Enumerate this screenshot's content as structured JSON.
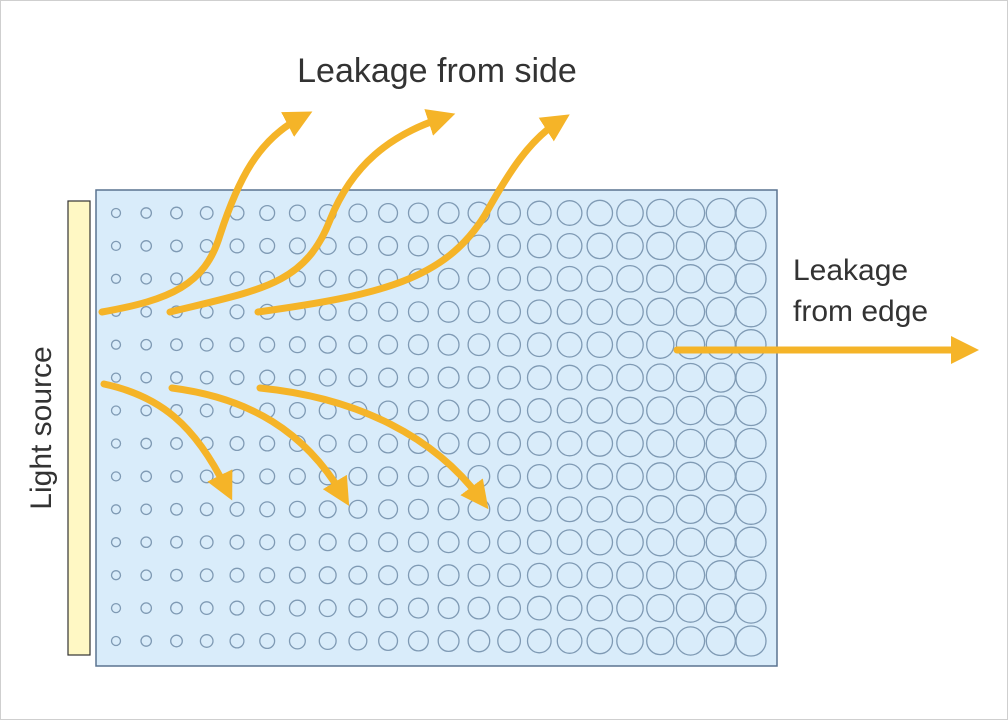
{
  "labels": {
    "top": "Leakage from side",
    "edge_line1": "Leakage",
    "edge_line2": "from edge",
    "source": "Light source"
  },
  "colors": {
    "panel_fill": "#d9ecfa",
    "panel_stroke": "#5a7390",
    "dot_stroke": "#7f9ab4",
    "arrow": "#f5b428",
    "source_fill": "#fff8c4",
    "source_stroke": "#333333"
  }
}
